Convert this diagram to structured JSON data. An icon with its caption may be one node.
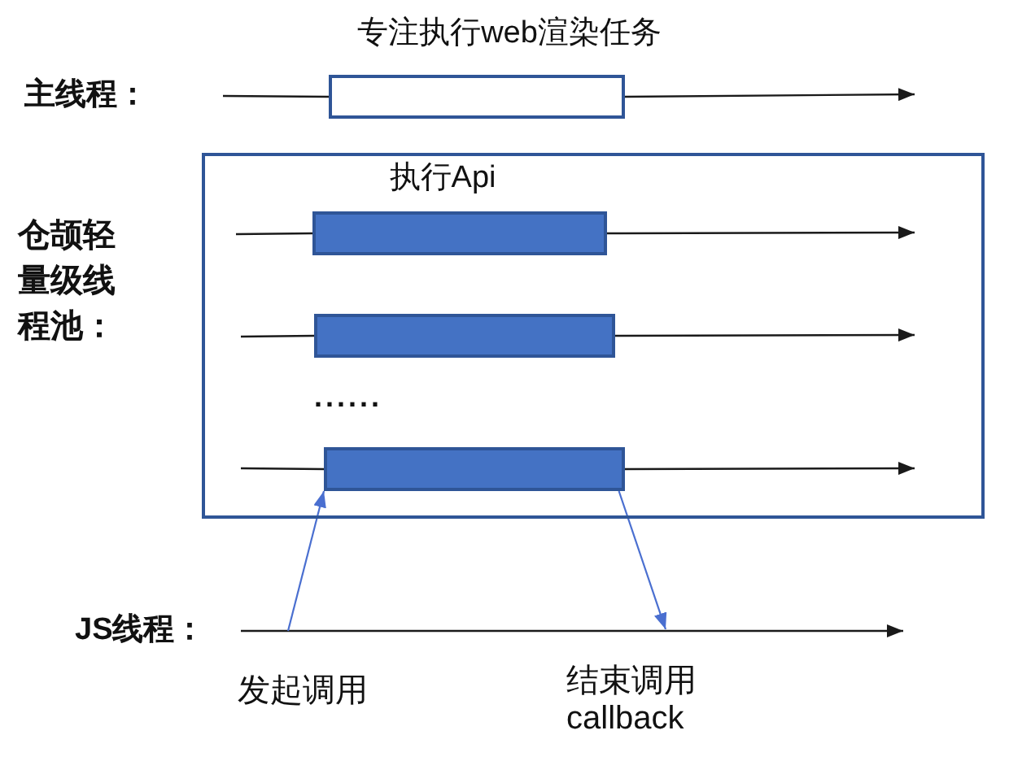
{
  "diagram": {
    "nodes": [
      {
        "text": [],
        "shape": "box",
        "beside": [
          "专注执行web渲染任务"
        ]
      },
      {
        "text": [],
        "shape": "box"
      },
      {
        "text": [],
        "shape": "bar",
        "in": 1,
        "beside": [
          "执行Api"
        ]
      },
      {
        "text": [],
        "shape": "bar",
        "in": 1
      },
      {
        "text": [],
        "shape": "bar",
        "in": 1
      }
    ],
    "edges": [
      {
        "from": null,
        "to": 0,
        "arrow": "none"
      },
      {
        "from": 0,
        "to": null,
        "arrow": "to"
      },
      {
        "from": null,
        "to": 2,
        "arrow": "none"
      },
      {
        "from": 2,
        "to": null,
        "arrow": "to"
      },
      {
        "from": null,
        "to": 3,
        "arrow": "none"
      },
      {
        "from": 3,
        "to": null,
        "arrow": "to"
      },
      {
        "from": null,
        "to": 4,
        "arrow": "none"
      },
      {
        "from": 4,
        "to": null,
        "arrow": "to"
      },
      {
        "from": null,
        "to": 4,
        "arrow": "to",
        "color": "#4a6fd0"
      },
      {
        "from": 4,
        "to": null,
        "arrow": "to",
        "color": "#4a6fd0"
      }
    ],
    "labels": [
      "主线程：",
      "仓颉轻量级线程池：",
      "......",
      "JS线程：",
      "发起调用",
      "结束调用 callback"
    ]
  }
}
